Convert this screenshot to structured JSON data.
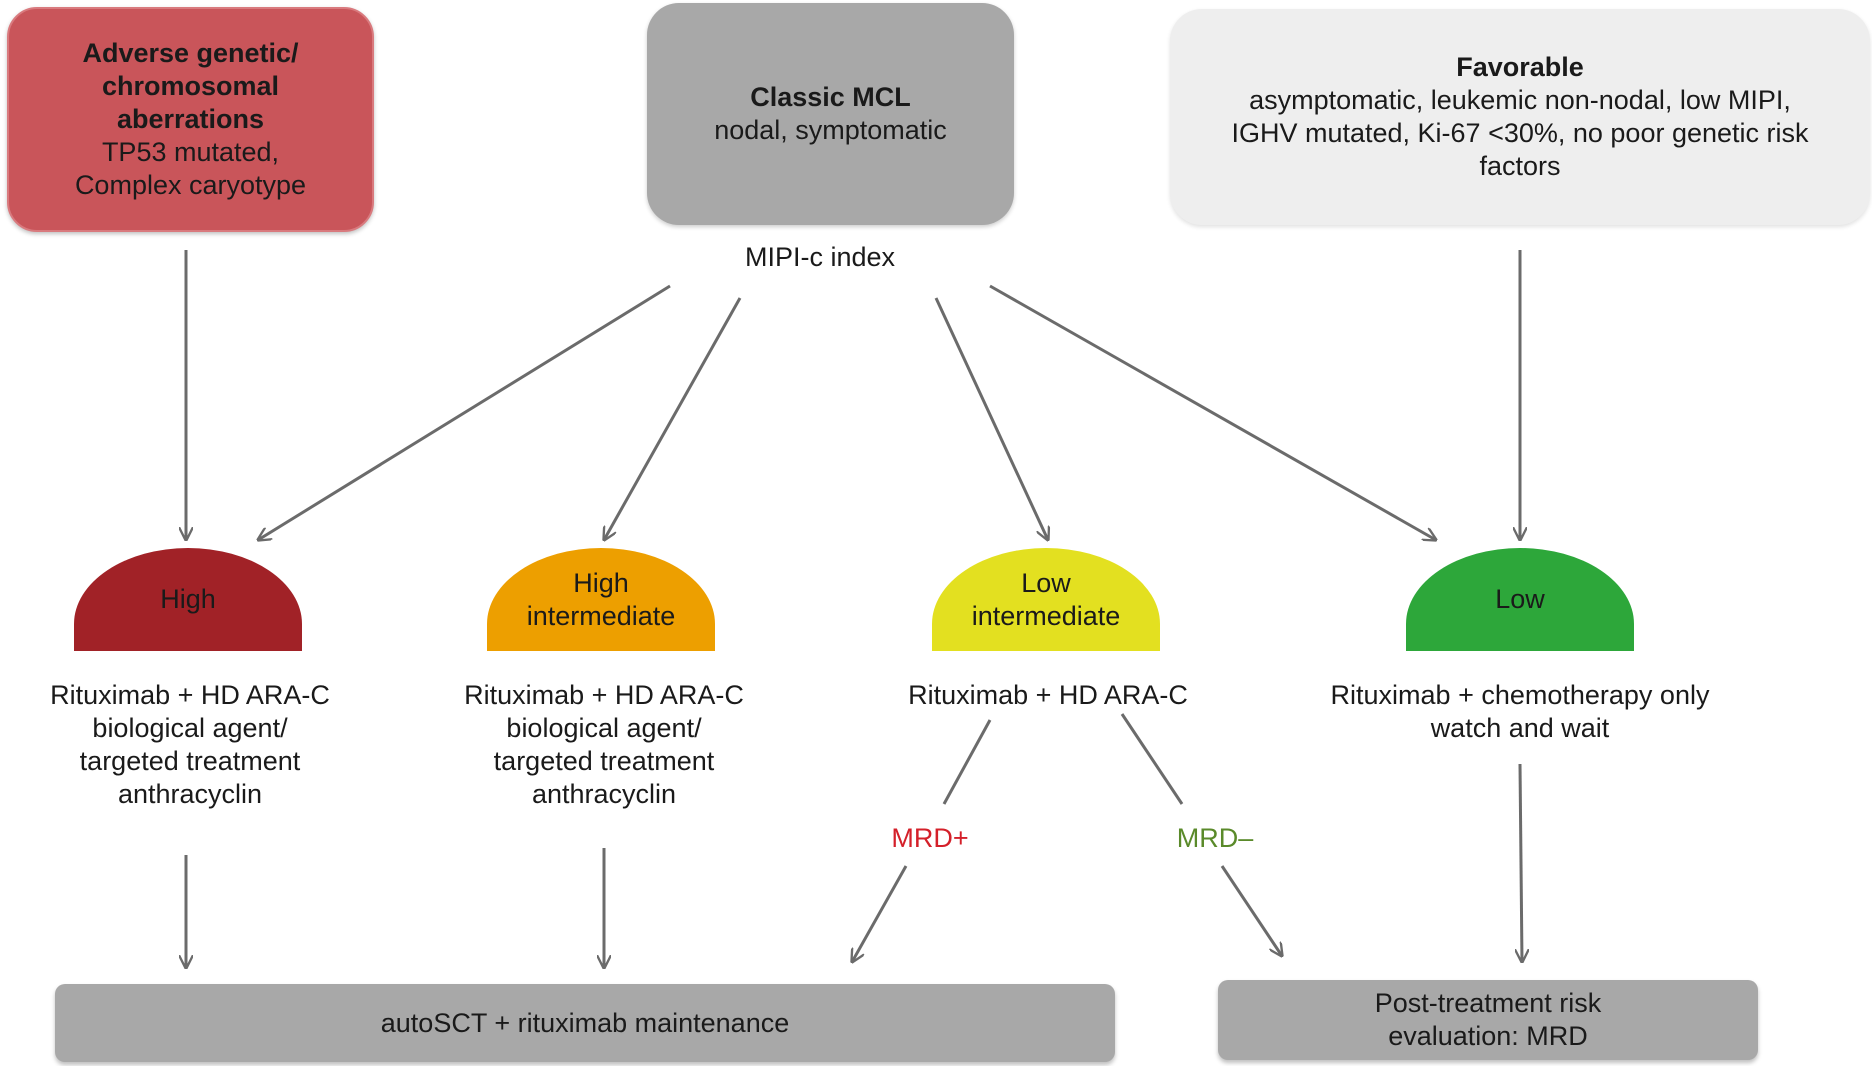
{
  "adverse": {
    "title_lines": [
      "Adverse genetic/",
      "chromosomal",
      "aberrations"
    ],
    "detail_lines": [
      "TP53 mutated,",
      "Complex caryotype"
    ]
  },
  "classic": {
    "title": "Classic MCL",
    "detail": "nodal, symptomatic"
  },
  "favorable": {
    "title": "Favorable",
    "detail_lines": [
      "asymptomatic, leukemic non-nodal, low MIPI,",
      "IGHV mutated, Ki-67 <30%, no poor genetic risk",
      "factors"
    ]
  },
  "index_label": "MIPI-c index",
  "risk_groups": [
    {
      "label_lines": [
        "High"
      ],
      "color": "#a12227"
    },
    {
      "label_lines": [
        "High",
        "intermediate"
      ],
      "color": "#ed9f00"
    },
    {
      "label_lines": [
        "Low",
        "intermediate"
      ],
      "color": "#e3e020"
    },
    {
      "label_lines": [
        "Low"
      ],
      "color": "#2da73a"
    }
  ],
  "treatments": [
    {
      "lines": [
        "Rituximab + HD ARA-C",
        "biological agent/",
        "targeted treatment",
        "anthracyclin"
      ]
    },
    {
      "lines": [
        "Rituximab + HD ARA-C",
        "biological agent/",
        "targeted treatment",
        "anthracyclin"
      ]
    },
    {
      "lines": [
        "Rituximab + HD ARA-C"
      ]
    },
    {
      "lines": [
        "Rituximab + chemotherapy only",
        "watch and wait"
      ]
    }
  ],
  "mrd_positive": {
    "label": "MRD+",
    "color": "#d4202a"
  },
  "mrd_negative": {
    "label": "MRD–",
    "color": "#5a8a2a"
  },
  "outcomes": {
    "autosct": "autoSCT + rituximab maintenance",
    "post_lines": [
      "Post-treatment risk",
      "evaluation: MRD"
    ]
  }
}
